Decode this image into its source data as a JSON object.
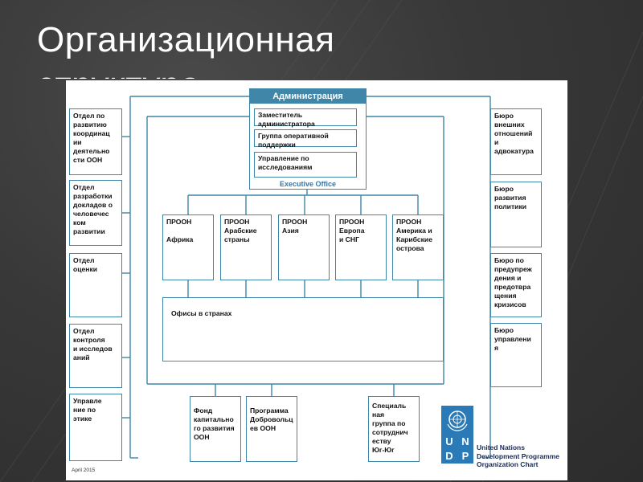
{
  "slide": {
    "title_line1": "Организационная",
    "title_line2": "структура"
  },
  "chart": {
    "admin": {
      "header": "Администрация",
      "items": [
        "Заместитель администратора",
        "Группа оперативной поддержки",
        "Управление по исследованиям"
      ],
      "caption": "Executive Office"
    },
    "left_units": [
      "Отдел по\nразвитию\nкоординац\nии\nдеятельно\nсти ООН",
      "Отдел\nразработки\nдокладов о\nчеловечес\nком\nразвитии",
      "Отдел\nоценки",
      "Отдел\nконтроля\nи исследов\nаний",
      "Управле\nние по\nэтике"
    ],
    "right_units": [
      "Бюро\nвнешних\nотношений\nи\nадвокатура",
      "Бюро\nразвития\nполитики",
      "Бюро по\nпредупреж\nдения и\nпредотвра\nщения\nкризисов",
      "Бюро\nуправлени\nя"
    ],
    "regional": [
      "ПРООН\n\nАфрика",
      "ПРООН\nАрабские\nстраны",
      "ПРООН\nАзия",
      "ПРООН\nЕвропа\nи СНГ",
      "ПРООН\nАмерика и\nКарибские\nострова"
    ],
    "country_offices": "Офисы в странах",
    "bottom_units": [
      "Фонд\nкапитально\nго развития\nООН",
      "Программа\nДобровольц\nев ООН",
      "Специаль\nная\nгруппа по\nсотруднич\nеству\nЮг-Юг"
    ],
    "logo_letters": [
      "U",
      "N",
      "D",
      "P"
    ],
    "logo_caption": "United Nations\nDevelopment Programme\nOrganization Chart",
    "date": "April 2015",
    "accent_color": "#3f86a8",
    "logo_color": "#2a7ab8"
  }
}
